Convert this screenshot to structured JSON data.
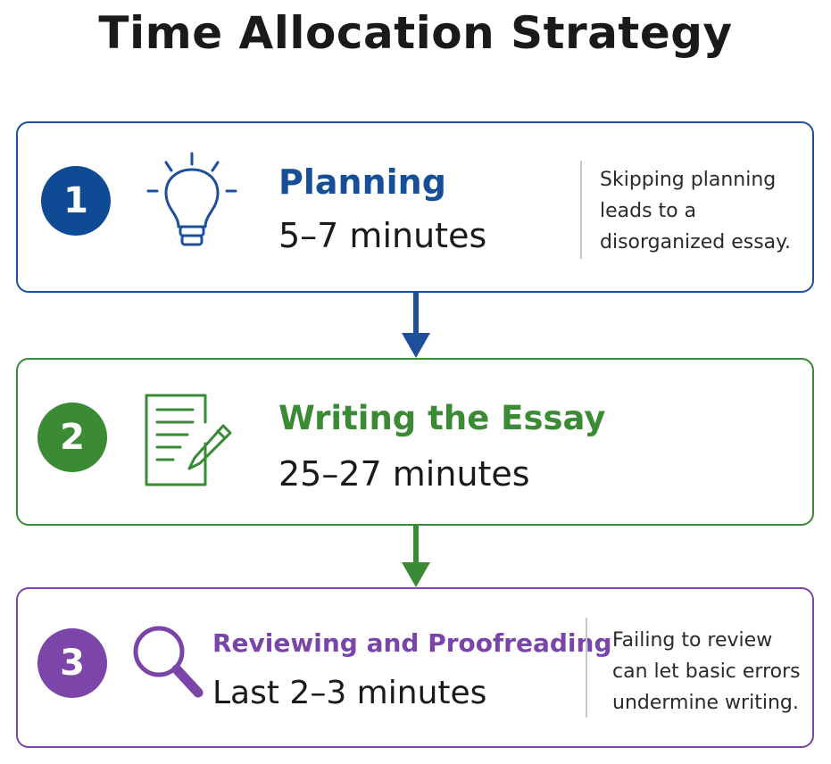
{
  "title": "Time Allocation Strategy",
  "steps": [
    {
      "number": "1",
      "name": "Planning",
      "time": "5–7 minutes",
      "icon": "lightbulb-icon",
      "color": "#1f4e9a",
      "note_lines": [
        "Skipping planning",
        "leads to a",
        "disorganized essay."
      ]
    },
    {
      "number": "2",
      "name": "Writing the Essay",
      "time": "25–27 minutes",
      "icon": "document-pencil-icon",
      "color": "#3a8a35",
      "note_lines": []
    },
    {
      "number": "3",
      "name": "Reviewing and Proofreading",
      "time": "Last 2–3 minutes",
      "icon": "magnifier-icon",
      "color": "#7a45a8",
      "note_lines": [
        "Failing to review",
        "can let basic errors",
        "undermine writing."
      ]
    }
  ]
}
